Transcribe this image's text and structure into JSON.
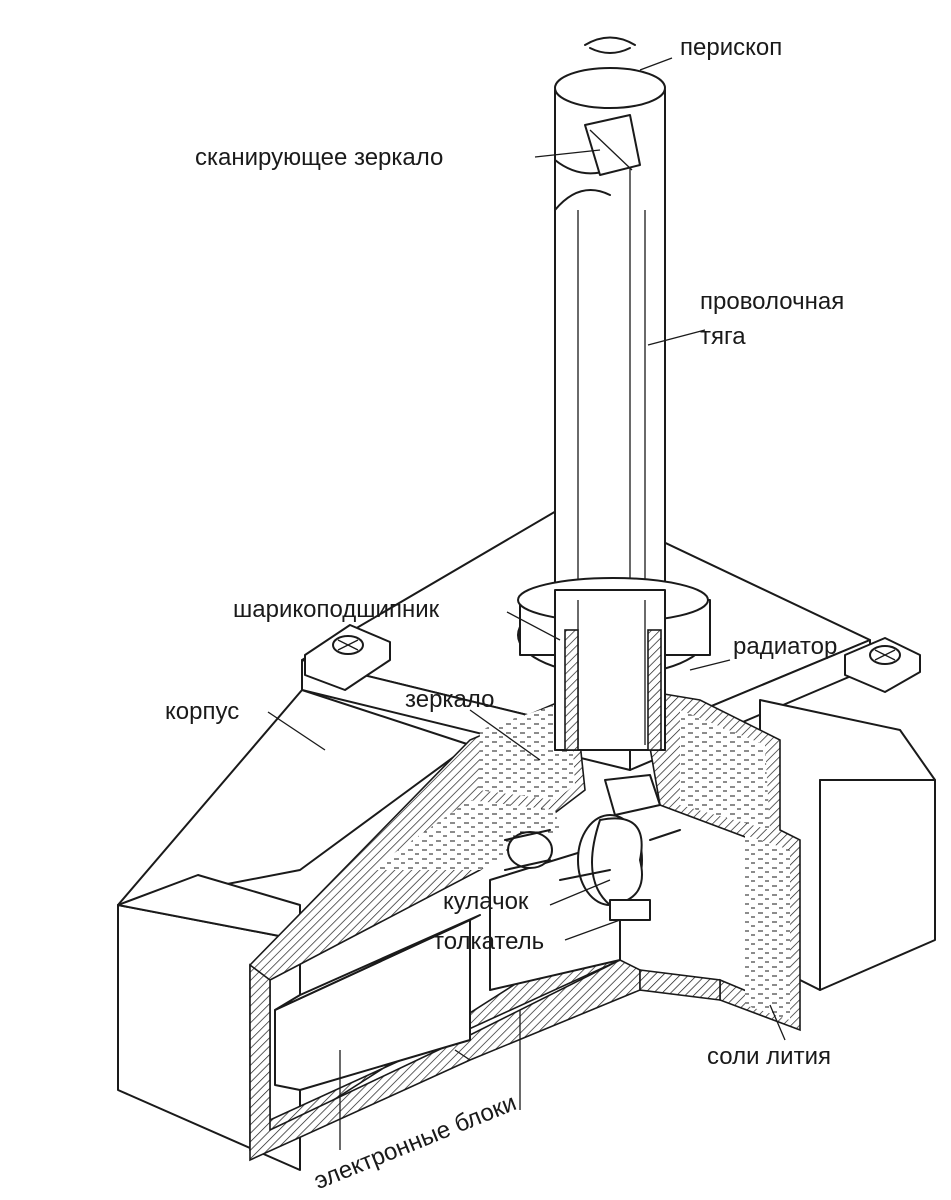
{
  "labels": {
    "periscope": "перископ",
    "scanning_mirror": "сканирующее зеркало",
    "wire_rod_1": "проволочная",
    "wire_rod_2": "тяга",
    "ball_bearing": "шарикоподшипник",
    "radiator": "радиатор",
    "mirror": "зеркало",
    "housing": "корпус",
    "cam": "кулачок",
    "pusher": "толкатель",
    "lithium_salts": "соли лития",
    "electronic_blocks": "электронные блоки"
  },
  "colors": {
    "line": "#1a1a1a",
    "background": "#ffffff"
  }
}
